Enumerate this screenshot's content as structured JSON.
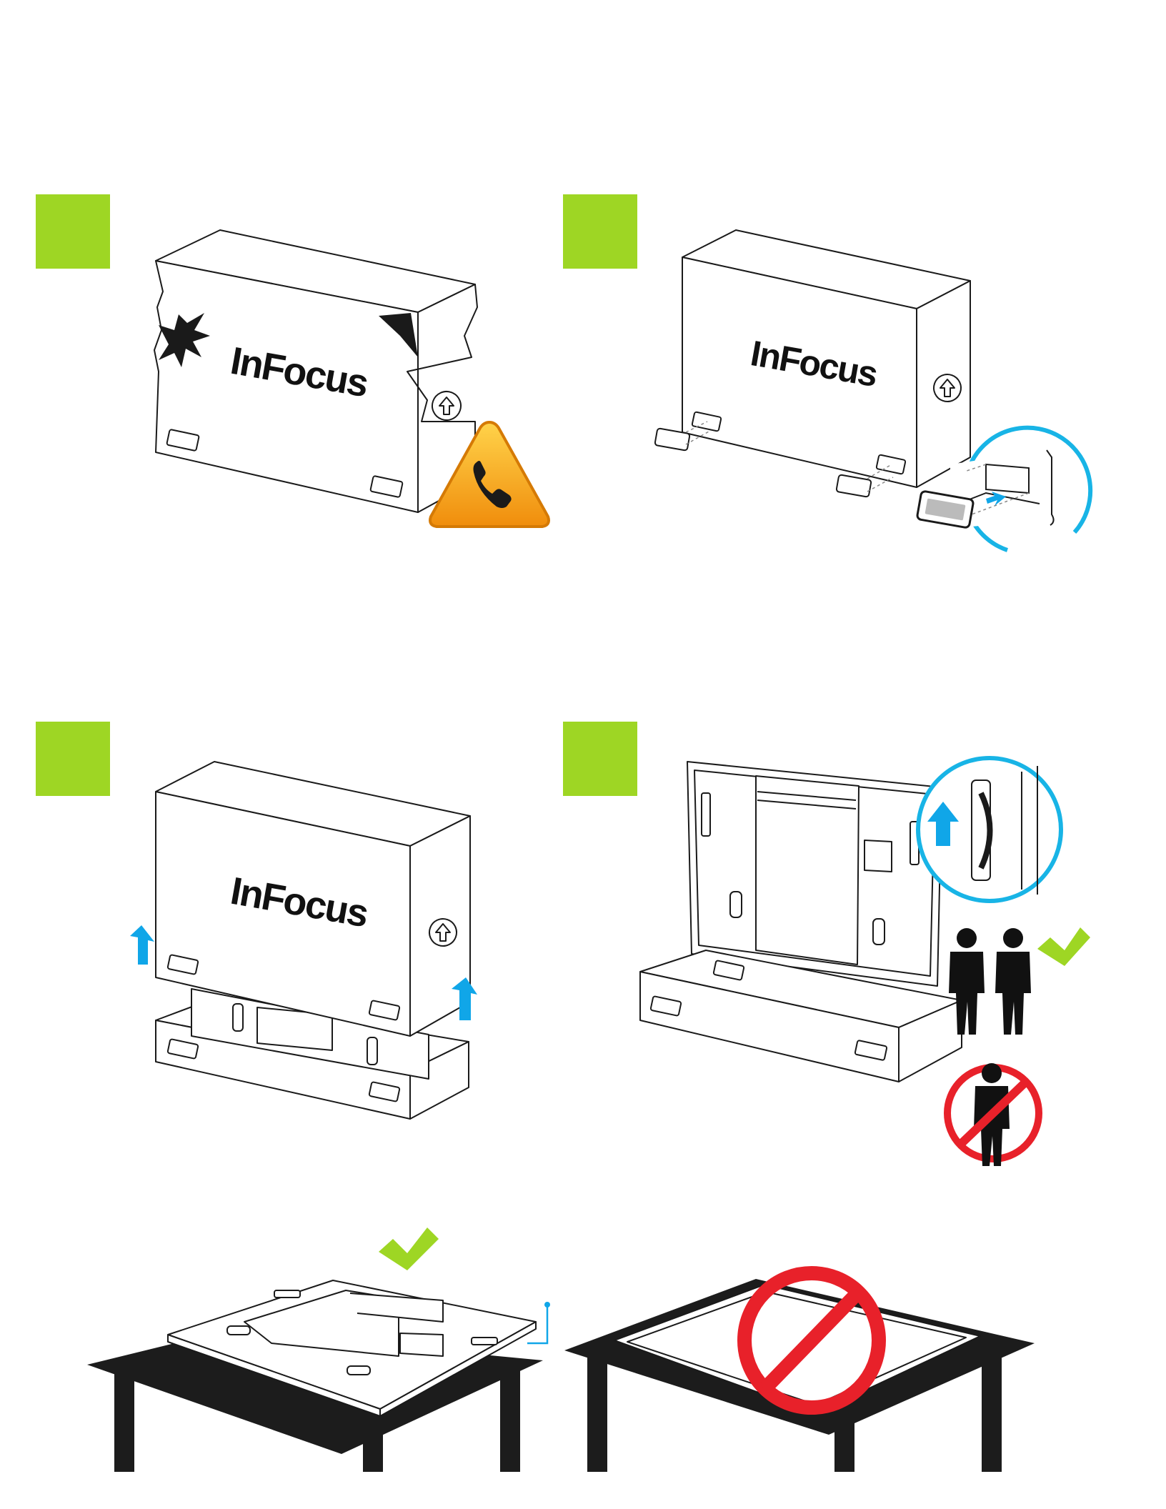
{
  "brand": {
    "logo_text": "InFocus"
  },
  "colors": {
    "step_badge": "#9ed624",
    "check": "#9ed624",
    "arrow": "#10a6e8",
    "callout_ring": "#18b4e6",
    "prohibit": "#e8212a",
    "warning_fill": "#f5a81c",
    "ink": "#1a1a1a",
    "table": "#1c1c1c"
  },
  "steps": [
    {
      "id": 1,
      "icon": "warning-phone-icon",
      "scene": "damaged-carton"
    },
    {
      "id": 2,
      "icon": "latch-callout",
      "scene": "remove-latches"
    },
    {
      "id": 3,
      "icon": "up-arrow-icon",
      "scene": "lift-carton-off"
    },
    {
      "id": 4,
      "icon": "two-person-lift-icon",
      "scene": "lift-display-with-handles"
    }
  ],
  "placement": [
    {
      "scene": "display-face-up-on-table",
      "verdict": "check-icon"
    },
    {
      "scene": "display-face-down-on-table",
      "verdict": "prohibited-icon"
    }
  ]
}
